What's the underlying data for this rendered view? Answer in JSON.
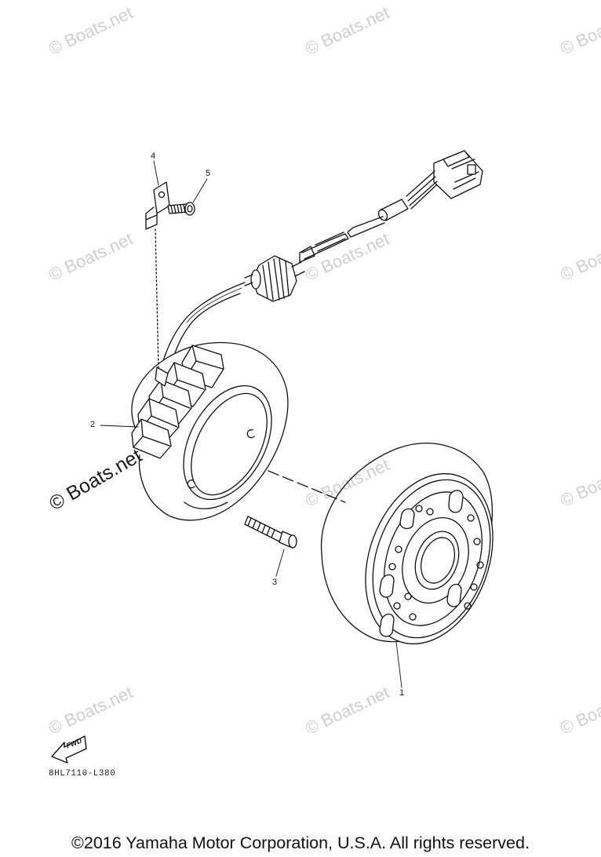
{
  "watermark": {
    "text": "© Boats.net"
  },
  "callouts": {
    "c1": "1",
    "c2": "2",
    "c3": "3",
    "c4": "4",
    "c5": "5"
  },
  "fwd_label": "FWD",
  "diagram_code": "8HL7110-L380",
  "copyright": "©2016 Yamaha Motor Corporation, U.S.A. All rights reserved."
}
